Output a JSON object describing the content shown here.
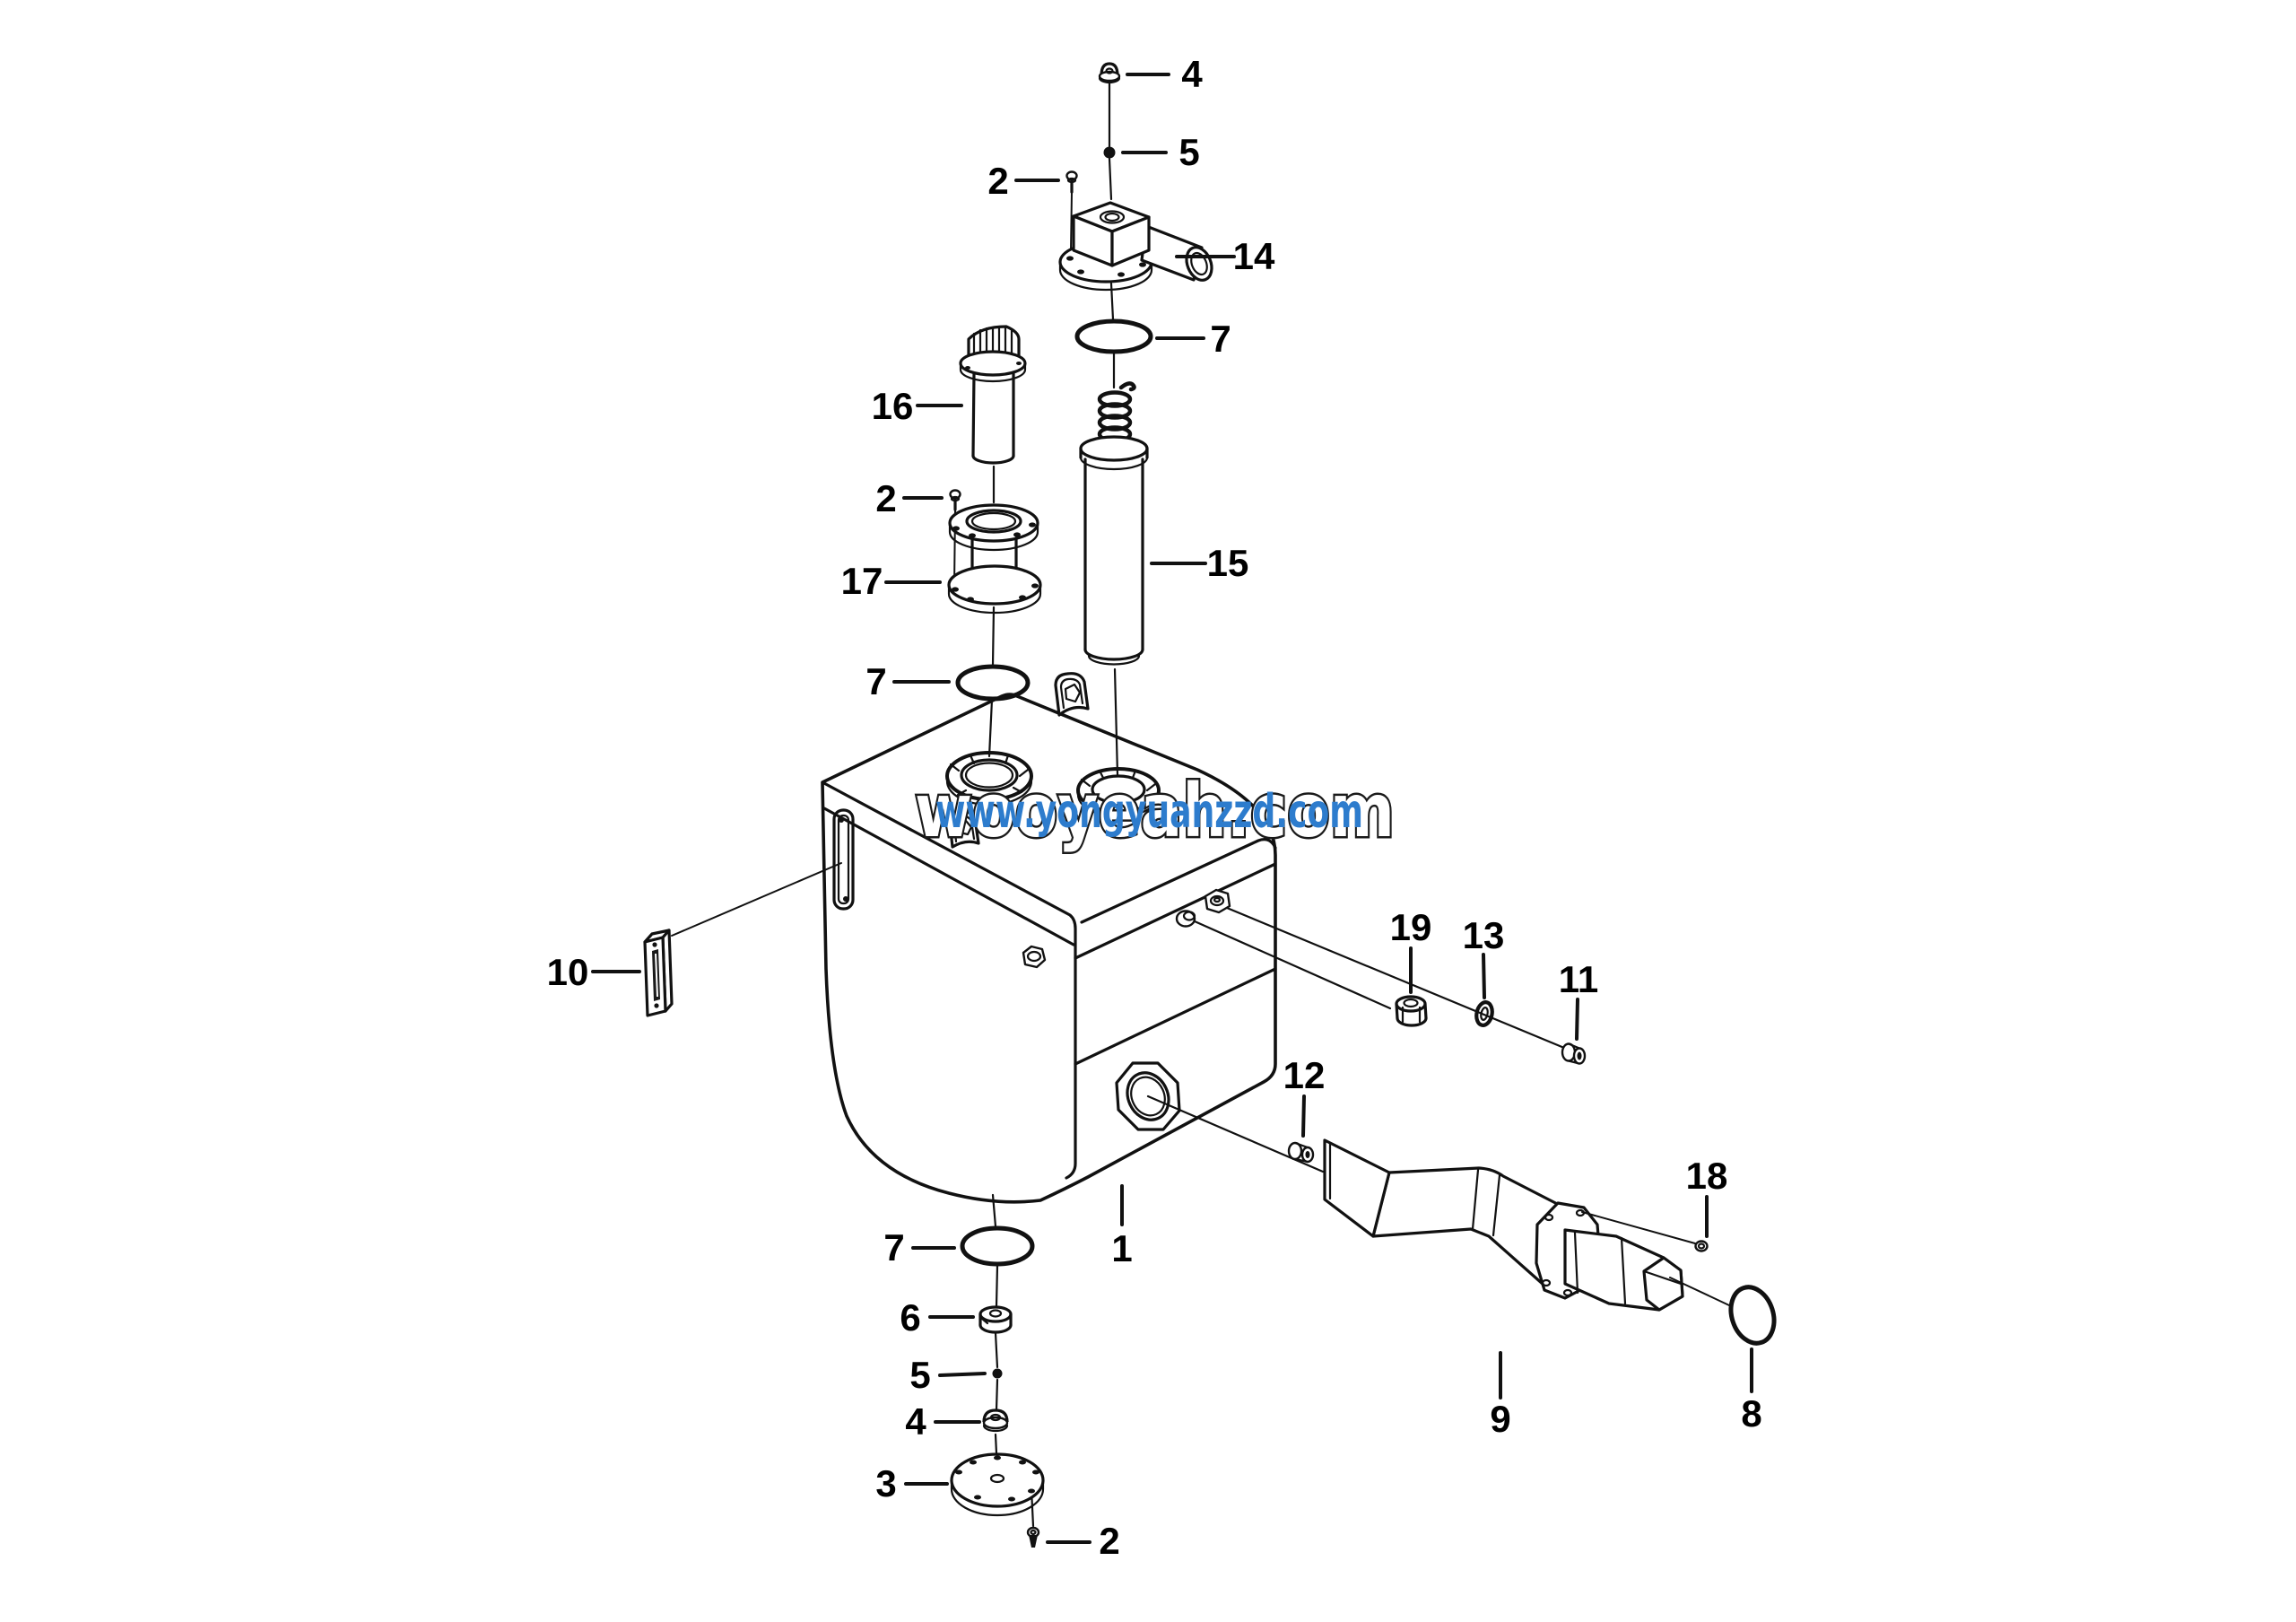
{
  "diagram": {
    "type": "exploded-parts-diagram",
    "background": "#ffffff",
    "line_color": "#111111",
    "watermark": {
      "outline_text": "wooyeah.com",
      "blue_text": "www.yongyuanzzd.com",
      "blue_color": "#2d7ccd"
    },
    "callouts": [
      {
        "part": "4"
      },
      {
        "part": "5"
      },
      {
        "part": "2"
      },
      {
        "part": "14"
      },
      {
        "part": "7"
      },
      {
        "part": "16"
      },
      {
        "part": "2"
      },
      {
        "part": "17"
      },
      {
        "part": "15"
      },
      {
        "part": "7"
      },
      {
        "part": "10"
      },
      {
        "part": "19"
      },
      {
        "part": "13"
      },
      {
        "part": "11"
      },
      {
        "part": "12"
      },
      {
        "part": "1"
      },
      {
        "part": "18"
      },
      {
        "part": "9"
      },
      {
        "part": "8"
      },
      {
        "part": "7"
      },
      {
        "part": "6"
      },
      {
        "part": "5"
      },
      {
        "part": "4"
      },
      {
        "part": "3"
      },
      {
        "part": "2"
      }
    ]
  }
}
